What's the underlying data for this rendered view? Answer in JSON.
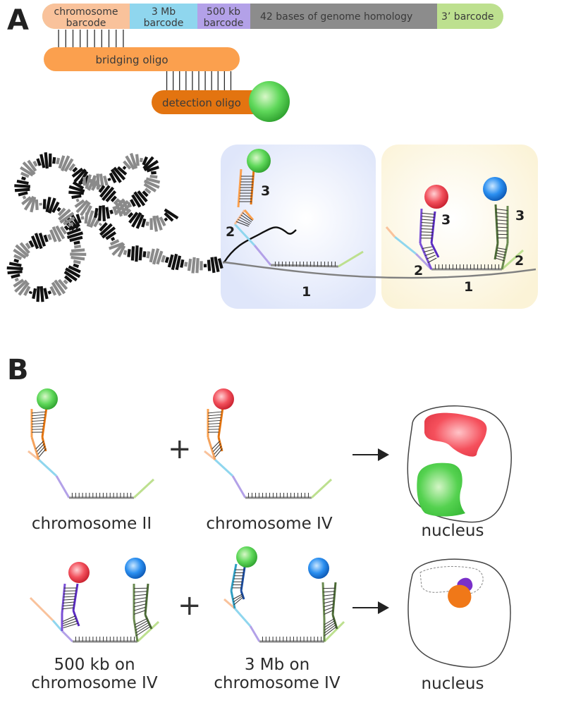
{
  "panels": {
    "a": "A",
    "b": "B"
  },
  "probe_segments": [
    {
      "line1": "chromosome",
      "line2": "barcode",
      "color": "#f9c29b"
    },
    {
      "line1": "3 Mb",
      "line2": "barcode",
      "color": "#8fd6ee"
    },
    {
      "line1": "500 kb",
      "line2": "barcode",
      "color": "#b3a1e8"
    },
    {
      "line1": "42 bases of genome homology",
      "line2": "",
      "color": "#8c8c8c"
    },
    {
      "line1": "3’ barcode",
      "line2": "",
      "color": "#bde08f"
    }
  ],
  "oligos": {
    "bridging": "bridging oligo",
    "detection": "detection oligo",
    "bridging_color": "#fba04e",
    "detection_color": "#e37410"
  },
  "step_numbers": {
    "genome_probe": "1",
    "bridging": "2",
    "detection": "3"
  },
  "captions": {
    "ex1_left": "chromosome II",
    "ex1_right": "chromosome IV",
    "ex2_left_l1": "500 kb on",
    "ex2_left_l2": "chromosome IV",
    "ex2_right_l1": "3 Mb on",
    "ex2_right_l2": "chromosome IV",
    "nucleus_1": "nucleus",
    "nucleus_2": "nucleus"
  },
  "operators": {
    "plus": "+"
  },
  "fluor_colors": {
    "green": "#4cd44c",
    "red": "#f04550",
    "blue": "#1f86e6"
  }
}
